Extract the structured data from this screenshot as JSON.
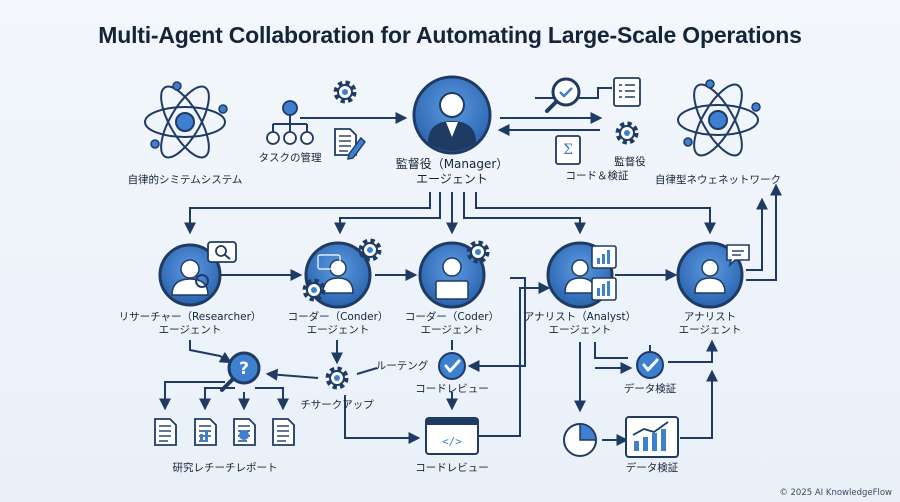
{
  "title": "Multi-Agent Collaboration for Automating Large-Scale Operations",
  "labels": {
    "left_network": "自律的シミテムシステム",
    "task_mgmt": "タスクの管理",
    "manager": [
      "監督役（Manager）",
      "エージェント"
    ],
    "code_verify": [
      "監督役",
      "コード＆検証"
    ],
    "right_network": "自律型ネウェネットワーク",
    "researcher": [
      "リサーチャー（Researcher）",
      "エージェント"
    ],
    "conder": [
      "コーダー（Conder）",
      "エージェント"
    ],
    "coder": [
      "コーダー（Coder）",
      "エージェント"
    ],
    "analyst1": [
      "アナリスト（Analyst）",
      "エージェント"
    ],
    "analyst2": [
      "アナリスト",
      "エージェント"
    ],
    "routing": "ルーテング",
    "code_review_mid": "コードレビュー",
    "search_app": "チサークアップ",
    "data_verify_mid": "データ検証",
    "research_report": "研究レチーチレポート",
    "code_review_bottom": "コードレビュー",
    "data_verify_bottom": "データ検証"
  },
  "copyright": "© 2025 AI KnowledgeFlow",
  "colors": {
    "navy": "#1f3b63",
    "blue": "#2f6fc0",
    "light_blue": "#cfe1f5",
    "accent": "#4f8fd9"
  }
}
